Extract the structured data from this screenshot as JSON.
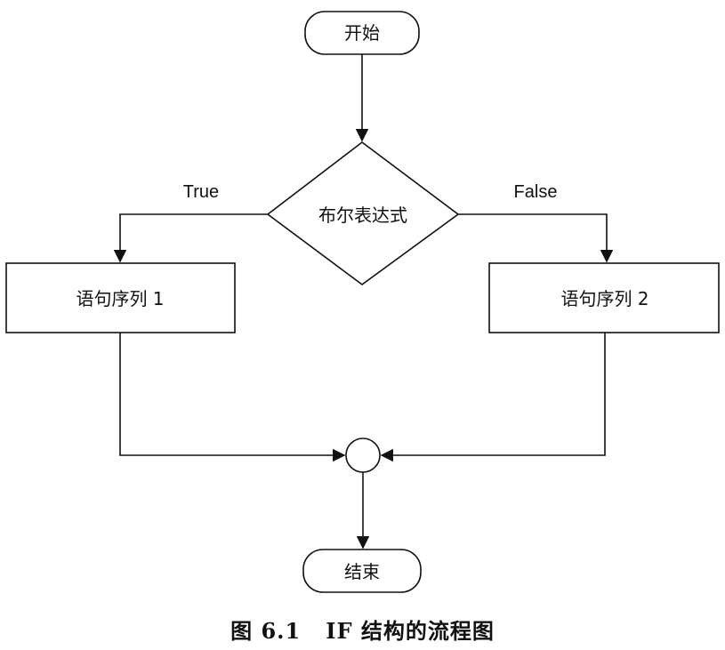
{
  "diagram": {
    "nodes": {
      "start": "开始",
      "condition": "布尔表达式",
      "stmt1": "语句序列 1",
      "stmt2": "语句序列 2",
      "end": "结束"
    },
    "edges": {
      "true_label": "True",
      "false_label": "False"
    }
  },
  "caption": {
    "number": "图 6.1",
    "title": "IF 结构的流程图"
  }
}
